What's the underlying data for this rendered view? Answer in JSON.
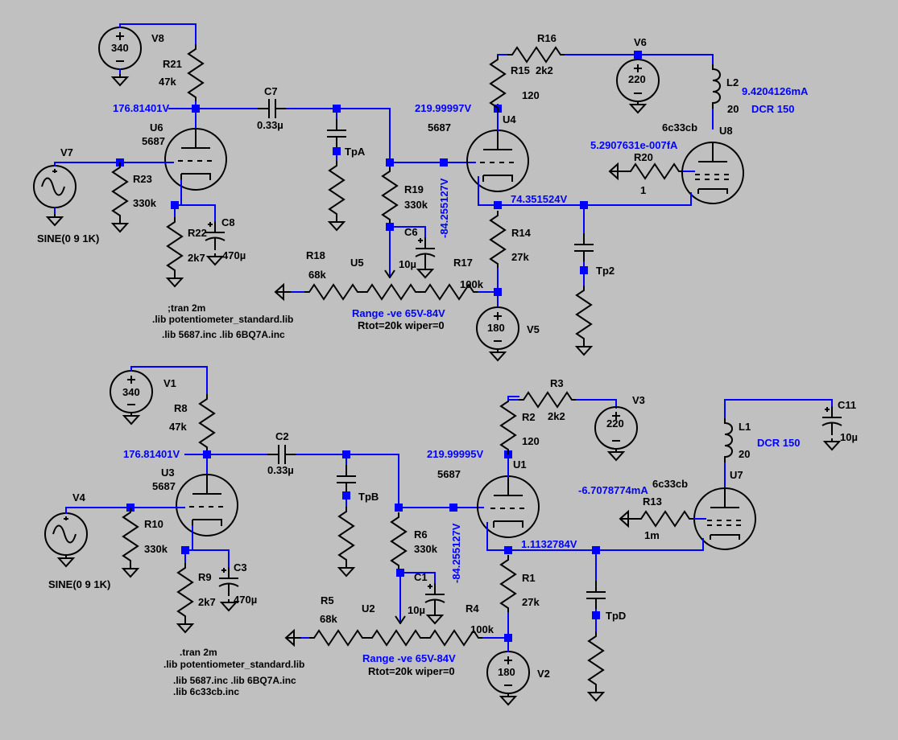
{
  "colors": {
    "background": "#c0c0c0",
    "wire": "#0000ff",
    "symbol": "#000000",
    "annotation": "#0000ff"
  },
  "top": {
    "V8": {
      "name": "V8",
      "value": "340"
    },
    "R21": {
      "name": "R21",
      "value": "47k"
    },
    "node_u6_plate": "176.81401V",
    "C7": {
      "name": "C7",
      "value": "0.33µ"
    },
    "U6": {
      "name": "U6",
      "model": "5687"
    },
    "V7": {
      "name": "V7",
      "value": "SINE(0 9 1K)"
    },
    "R23": {
      "name": "R23",
      "value": "330k"
    },
    "R22": {
      "name": "R22",
      "value": "2k7"
    },
    "C8": {
      "name": "C8",
      "value": "470µ"
    },
    "TpA": "TpA",
    "R19": {
      "name": "R19",
      "value": "330k"
    },
    "C6": {
      "name": "C6",
      "value": "10µ"
    },
    "node_grid": "-84.255127V",
    "R16": {
      "name": "R16",
      "value": "2k2"
    },
    "R15": {
      "name": "R15",
      "value": "120"
    },
    "node_u4_plate": "219.99997V",
    "U4": {
      "name": "U4",
      "model": "5687"
    },
    "V6": {
      "name": "V6",
      "value": "220"
    },
    "L2": {
      "name": "L2",
      "value": "20"
    },
    "L2_current": "9.4204126mA",
    "L2_dcr": "DCR 150",
    "U8": {
      "name": "U8",
      "model": "6c33cb"
    },
    "R20_current": "5.2907631e-007fA",
    "R20": {
      "name": "R20",
      "value": "1"
    },
    "node_cathode": "74.351524V",
    "R14": {
      "name": "R14",
      "value": "27k"
    },
    "Tp2": "Tp2",
    "R18": {
      "name": "R18",
      "value": "68k"
    },
    "U5": "U5",
    "R17": {
      "name": "R17",
      "value": "100k"
    },
    "pot_range": "Range -ve 65V-84V",
    "pot_params": "Rtot=20k wiper=0",
    "V5": {
      "name": "V5",
      "value": "180"
    },
    "directives": [
      ";tran 2m",
      ".lib potentiometer_standard.lib",
      ".lib 5687.inc .lib 6BQ7A.inc"
    ]
  },
  "bottom": {
    "V1": {
      "name": "V1",
      "value": "340"
    },
    "R8": {
      "name": "R8",
      "value": "47k"
    },
    "node_u3_plate": "176.81401V",
    "C2": {
      "name": "C2",
      "value": "0.33µ"
    },
    "U3": {
      "name": "U3",
      "model": "5687"
    },
    "V4": {
      "name": "V4",
      "value": "SINE(0 9 1K)"
    },
    "R10": {
      "name": "R10",
      "value": "330k"
    },
    "R9": {
      "name": "R9",
      "value": "2k7"
    },
    "C3": {
      "name": "C3",
      "value": "470µ"
    },
    "TpB": "TpB",
    "R6": {
      "name": "R6",
      "value": "330k"
    },
    "C1": {
      "name": "C1",
      "value": "10µ"
    },
    "node_grid": "-84.255127V",
    "R3": {
      "name": "R3",
      "value": "2k2"
    },
    "R2": {
      "name": "R2",
      "value": "120"
    },
    "node_u1_plate": "219.99995V",
    "U1": {
      "name": "U1",
      "model": "5687"
    },
    "V3": {
      "name": "V3",
      "value": "220"
    },
    "C11": {
      "name": "C11",
      "value": "10µ"
    },
    "L1": {
      "name": "L1",
      "value": "20"
    },
    "L1_dcr": "DCR 150",
    "U7": {
      "name": "U7",
      "model": "6c33cb"
    },
    "R13_current": "-6.7078774mA",
    "R13": {
      "name": "R13",
      "value": "1m"
    },
    "node_cathode": "1.1132784V",
    "R1": {
      "name": "R1",
      "value": "27k"
    },
    "TpD": "TpD",
    "R5": {
      "name": "R5",
      "value": "68k"
    },
    "U2": "U2",
    "R4": {
      "name": "R4",
      "value": "100k"
    },
    "pot_range": "Range -ve 65V-84V",
    "pot_params": "Rtot=20k wiper=0",
    "V2": {
      "name": "V2",
      "value": "180"
    },
    "directives": [
      ".tran 2m",
      ".lib potentiometer_standard.lib",
      ".lib 5687.inc .lib 6BQ7A.inc",
      ".lib 6c33cb.inc"
    ]
  }
}
